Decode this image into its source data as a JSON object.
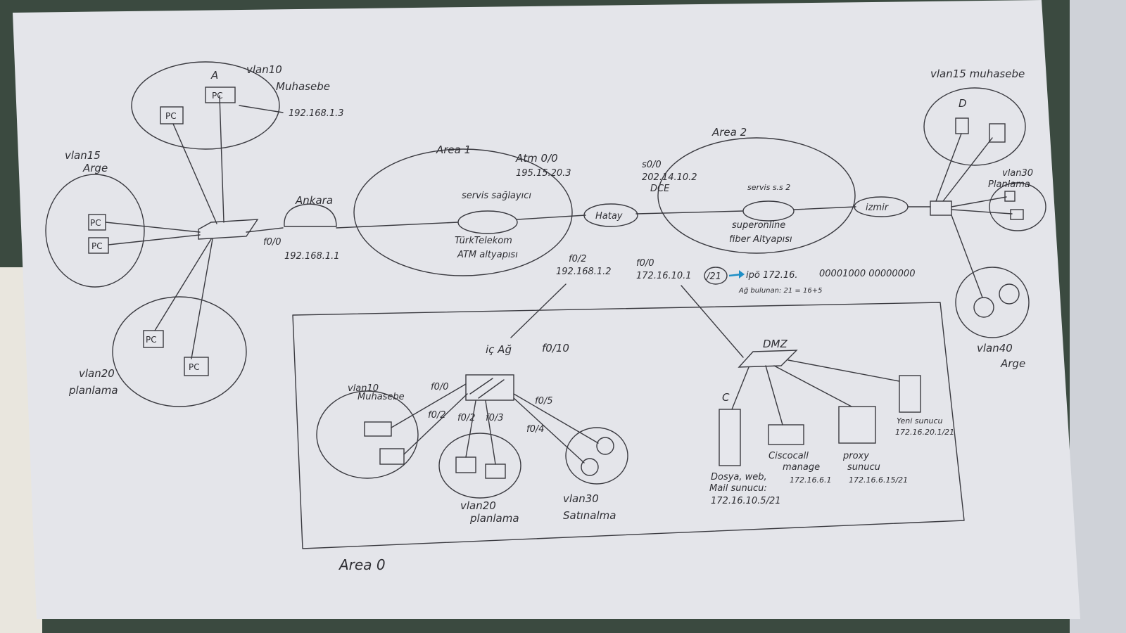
{
  "labels": {
    "vlan10_top": "vlan10",
    "muhasebe_top": "Muhasebe",
    "ip_top": "192.168.1.3",
    "a_letter": "A",
    "vlan15_left": "vlan15",
    "arge_left": "Arge",
    "vlan20_left": "vlan20",
    "planlama_left": "planlama",
    "ankara": "Ankara",
    "f00": "f0/0",
    "ankara_ip": "192.168.1.1",
    "area1": "Area 1",
    "atm": "Atm 0/0",
    "atm_ip": "195.15.20.3",
    "servis_saglayici": "servis sağlayıcı",
    "turk_telekom": "TürkTelekom",
    "atm_altyapisi": "ATM altyapısı",
    "hatay": "Hatay",
    "f02_label": "f0/2",
    "f02_ip": "192.168.1.2",
    "f00_right": "f0/0",
    "f00_right_ip": "172.16.10.1",
    "f00_right_mask": "/21",
    "ip_note": "ipö 172.16.",
    "ip_note_bits": "00001000 00000000",
    "ag_note": "Ağ bulunan: 21 = 16+5",
    "s00": "s0/0",
    "s00_ip": "202.14.10.2",
    "dce": "DCE",
    "area2": "Area 2",
    "servis_2": "servis s.s 2",
    "superonline": "superonline",
    "fiber": "fiber Altyapısı",
    "izmir": "izmir",
    "vlan15_right": "vlan15 muhasebe",
    "d_letter": "D",
    "vlan30_right": "vlan30",
    "planlama_right": "Planlama",
    "vlan40_right": "vlan40",
    "arge_right": "Arge",
    "ic_ag": "iç Ağ",
    "f0110": "f0/10",
    "vlan10_bottom": "vlan10",
    "muhasebe_bottom": "Muhasebe",
    "f010": "f0/0",
    "f012": "f0/2",
    "f02b": "f0/2",
    "f013": "f0/3",
    "f015": "f0/5",
    "f014": "f0/4",
    "vlan20_bottom": "vlan20",
    "planlama_bottom": "planlama",
    "vlan30_bottom": "vlan30",
    "satinalma": "Satınalma",
    "dmz": "DMZ",
    "c_letter": "C",
    "dosya": "Dosya, web,",
    "mail": "Mail sunucu:",
    "mail_ip": "172.16.10.5/21",
    "ciscocall": "Ciscocall",
    "manage": "manage",
    "ciscocall_ip": "172.16.6.1",
    "proxy": "proxy",
    "sunucu": "sunucu",
    "proxy_ip": "172.16.6.15/21",
    "yeni_sunucu": "Yeni sunucu",
    "yeni_ip": "172.16.20.1/21",
    "area0": "Area 0",
    "pc": "PC"
  },
  "colors": {
    "paper": "#e4e5ea",
    "ink": "#2e2e33",
    "accent_arrow": "#1f8fc6"
  }
}
